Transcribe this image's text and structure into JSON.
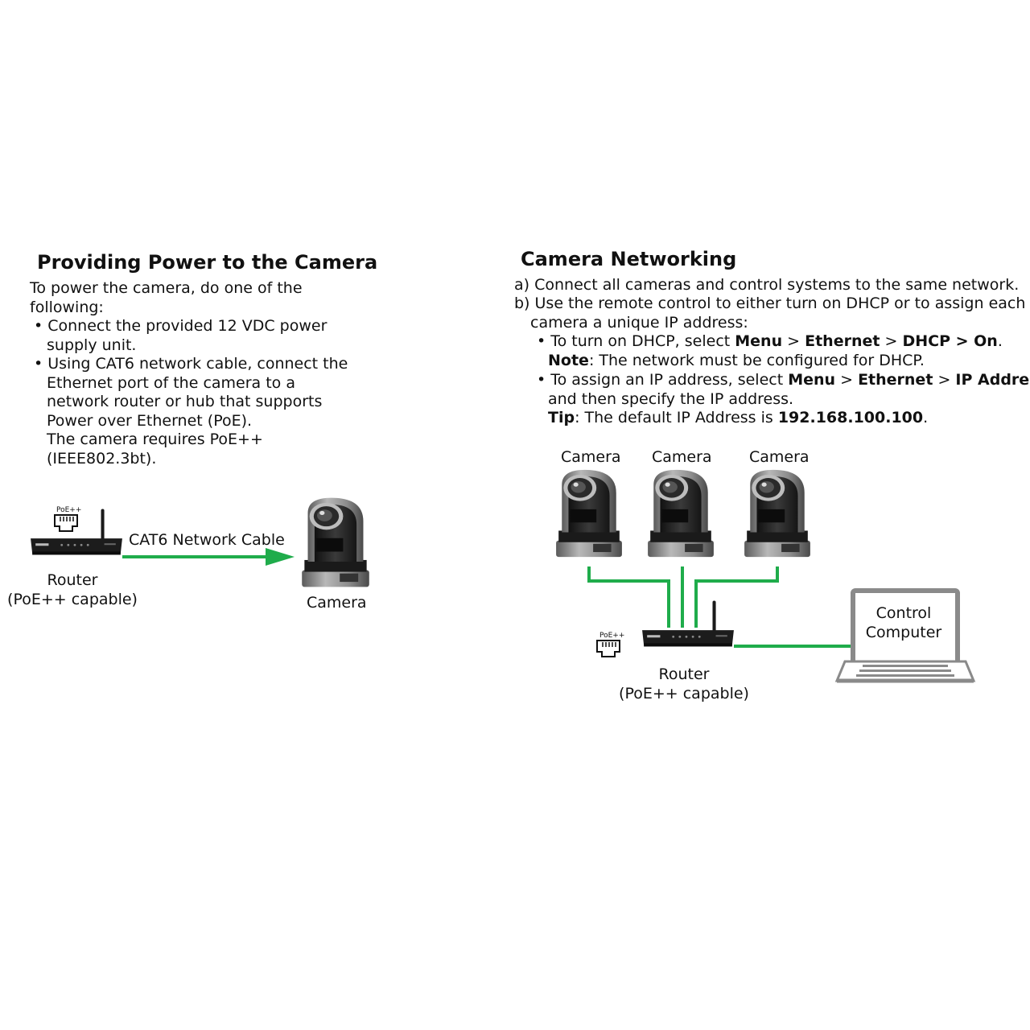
{
  "left": {
    "title": "Providing Power to the Camera",
    "intro": [
      "To power the camera, do one of the",
      "following:"
    ],
    "bullet1": [
      "• Connect the provided 12 VDC power",
      "supply unit."
    ],
    "bullet2": [
      "• Using CAT6 network cable, connect the",
      "Ethernet port of the camera to a",
      "network router or hub that supports",
      "Power over Ethernet (PoE).",
      "The camera requires PoE++",
      "(IEEE802.3bt)."
    ],
    "diagram": {
      "poe_tag": "PoE++",
      "cable_label": "CAT6 Network Cable",
      "router_label": [
        "Router",
        "(PoE++ capable)"
      ],
      "camera_label": "Camera"
    }
  },
  "right": {
    "title": "Camera Networking",
    "step_a": "a) Connect all cameras and control systems to the same network.",
    "step_b": [
      "b) Use the remote control to either turn on DHCP or to assign each",
      "camera a unique IP address:"
    ],
    "dhcp": {
      "prefix": "• To turn on DHCP, select ",
      "menu": "Menu",
      "sep1": " > ",
      "ethernet": "Ethernet",
      "sep2": " > ",
      "dhcp_on": "DHCP > On",
      "suffix": ".",
      "note_label": "Note",
      "note_text": ": The network must be configured for DHCP."
    },
    "ip": {
      "prefix": "• To assign an IP address, select ",
      "menu": "Menu",
      "sep1": " > ",
      "ethernet": "Ethernet",
      "sep2": " > ",
      "ip_address": "IP Address",
      "suffix": ",",
      "line2": "and then specify the IP address.",
      "tip_label": "Tip",
      "tip_text": ": The default IP Address is ",
      "tip_value": "192.168.100.100",
      "tip_end": "."
    },
    "diagram": {
      "camera_labels": [
        "Camera",
        "Camera",
        "Camera"
      ],
      "poe_tag": "PoE++",
      "router_label": [
        "Router",
        "(PoE++ capable)"
      ],
      "computer_label": [
        "Control",
        "Computer"
      ]
    }
  },
  "colors": {
    "cable_green": "#1fac4b",
    "device_dark": "#222222",
    "camera_silver": "#a9a9a9",
    "laptop_gray": "#8a8a8a"
  }
}
